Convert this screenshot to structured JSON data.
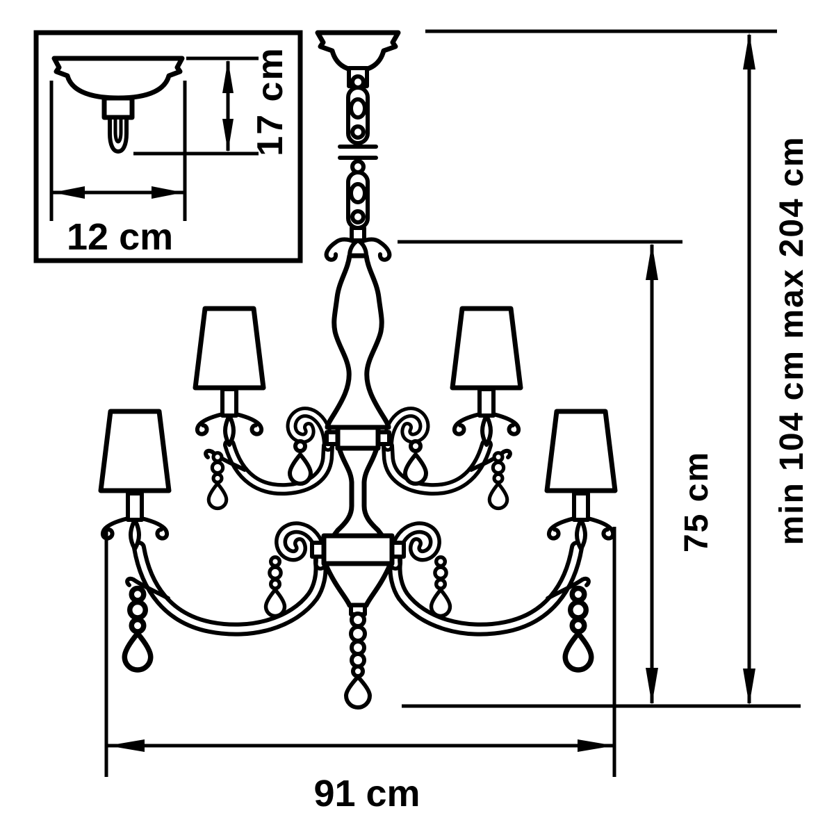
{
  "figure": {
    "subject": "two-tier chandelier dimensional line drawing",
    "inset_subject": "ceiling mount canopy detail",
    "background_color": "#ffffff",
    "line_color": "#000000"
  },
  "labels": {
    "inset_width": "12 cm",
    "inset_height": "17 cm",
    "body_height": "75 cm",
    "total_height": "min 104 cm max 204 cm",
    "fixture_width": "91 cm"
  }
}
